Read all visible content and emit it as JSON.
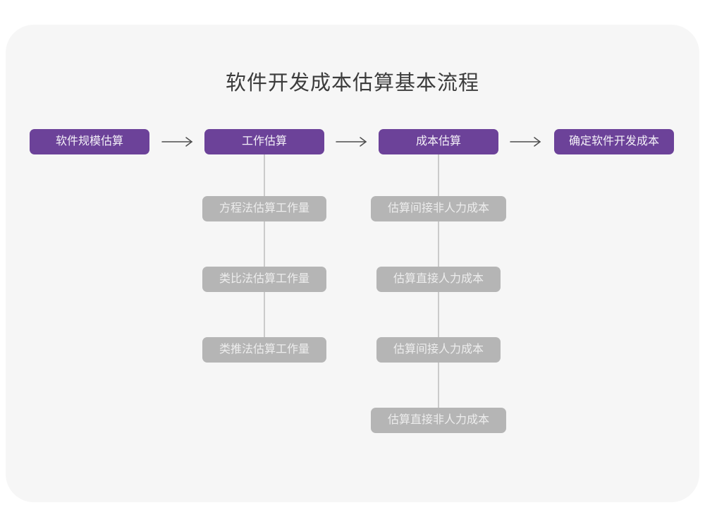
{
  "title": "软件开发成本估算基本流程",
  "colors": {
    "accent_purple": "#6C4299",
    "sub_box_gray": "#B5B5B5",
    "card_background": "#F6F6F6",
    "arrow": "#4D4D4D",
    "connector_line": "#CBCBCB",
    "title_text": "#3C3C3C"
  },
  "main_flow": [
    {
      "label": "软件规模估算"
    },
    {
      "label": "工作估算"
    },
    {
      "label": "成本估算"
    },
    {
      "label": "确定软件开发成本"
    }
  ],
  "work_estimation_methods": [
    {
      "label": "方程法估算工作量"
    },
    {
      "label": "类比法估算工作量"
    },
    {
      "label": "类推法估算工作量"
    }
  ],
  "cost_estimation_steps": [
    {
      "label": "估算间接非人力成本"
    },
    {
      "label": "估算直接人力成本"
    },
    {
      "label": "估算间接人力成本"
    },
    {
      "label": "估算直接非人力成本"
    }
  ]
}
